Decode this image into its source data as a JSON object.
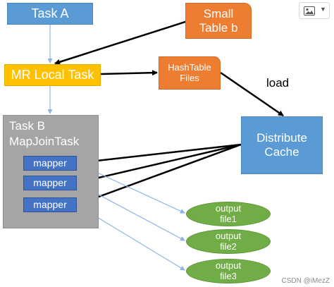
{
  "diagram": {
    "task_a": "Task A",
    "small_table": {
      "line1": "Small",
      "line2": "Table b"
    },
    "mr_local_task": "MR Local Task",
    "hashtable_files": {
      "line1": "HashTable",
      "line2": "Files"
    },
    "load_label": "load",
    "task_b": {
      "line1": "Task B",
      "line2": "MapJoinTask"
    },
    "mappers": [
      "mapper",
      "mapper",
      "mapper"
    ],
    "distribute_cache": {
      "line1": "Distribute",
      "line2": "Cache"
    },
    "outputs": [
      {
        "line1": "output",
        "line2": "file1"
      },
      {
        "line1": "output",
        "line2": "file2"
      },
      {
        "line1": "output",
        "line2": "file3"
      }
    ]
  },
  "toolbar": {
    "image_icon": "image-icon",
    "dropdown_icon": "chevron-down-icon"
  },
  "watermark": "CSDN @iMezZ",
  "colors": {
    "task_blue": "#5b9bd5",
    "mapper_blue": "#4472c4",
    "orange": "#ed7d31",
    "yellow": "#ffc000",
    "gray": "#a5a5a5",
    "green": "#70ad47",
    "connector_light_blue": "#8eb4e3",
    "arrow_black": "#000000"
  }
}
